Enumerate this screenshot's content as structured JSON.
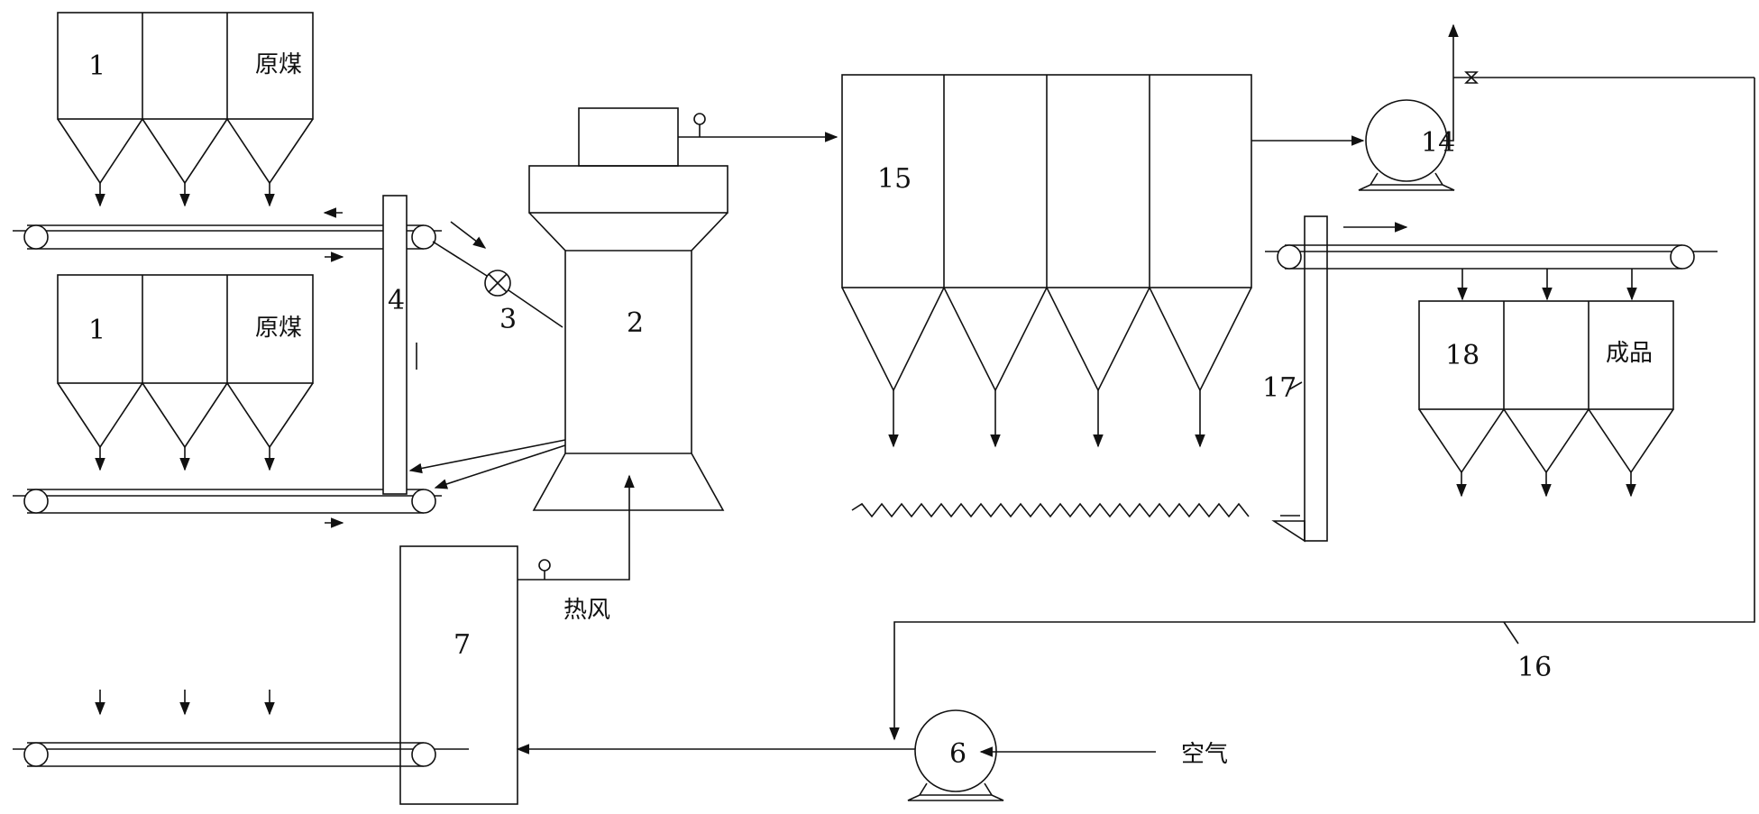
{
  "labels": {
    "bin_top": "1",
    "bin_mid": "1",
    "raw_coal_top": "原煤",
    "raw_coal_mid": "原煤",
    "dryer": "2",
    "valve": "3",
    "elevator_left": "4",
    "fan_air": "6",
    "furnace": "7",
    "fan_exhaust": "14",
    "dust_collector": "15",
    "duct": "16",
    "elevator_right": "17",
    "product_bin": "18",
    "product": "成品",
    "hot_air": "热风",
    "air": "空气"
  },
  "colors": {
    "line": "#111111",
    "background": "#ffffff"
  }
}
